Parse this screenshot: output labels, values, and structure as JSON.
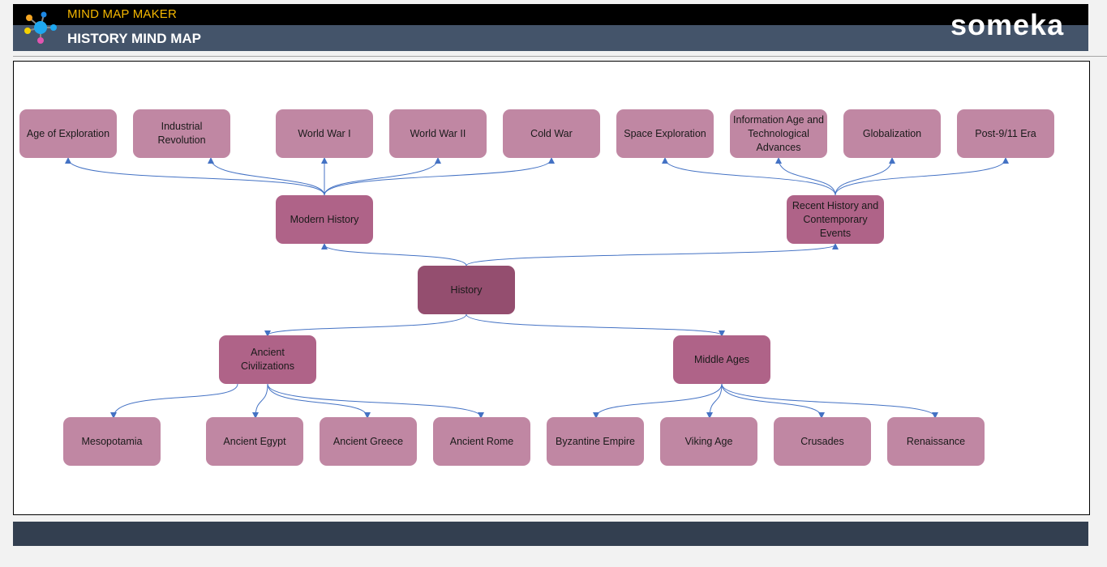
{
  "header": {
    "app_title": "MIND MAP MAKER",
    "page_title": "HISTORY MIND MAP",
    "brand": "someka",
    "colors": {
      "top_bar": "#000000",
      "title_bar": "#44546a",
      "app_title": "#f5b700"
    }
  },
  "mindmap": {
    "root": "History",
    "branches": [
      {
        "label": "Modern History",
        "children": [
          "Age of Exploration",
          "Industrial Revolution",
          "World War I",
          "World War II",
          "Cold War"
        ]
      },
      {
        "label": "Recent History and Contemporary Events",
        "children": [
          "Space Exploration",
          "Information Age and Technological Advances",
          "Globalization",
          "Post-9/11 Era"
        ]
      },
      {
        "label": "Ancient Civilizations",
        "children": [
          "Mesopotamia",
          "Ancient Egypt",
          "Ancient Greece",
          "Ancient Rome"
        ]
      },
      {
        "label": "Middle Ages",
        "children": [
          "Byzantine Empire",
          "Viking Age",
          "Crusades",
          "Renaissance"
        ]
      }
    ],
    "colors": {
      "root": "#944e6f",
      "branch": "#af6388",
      "leaf": "#c087a3",
      "connector": "#4472c4"
    }
  },
  "footer": {
    "color": "#333f50"
  }
}
